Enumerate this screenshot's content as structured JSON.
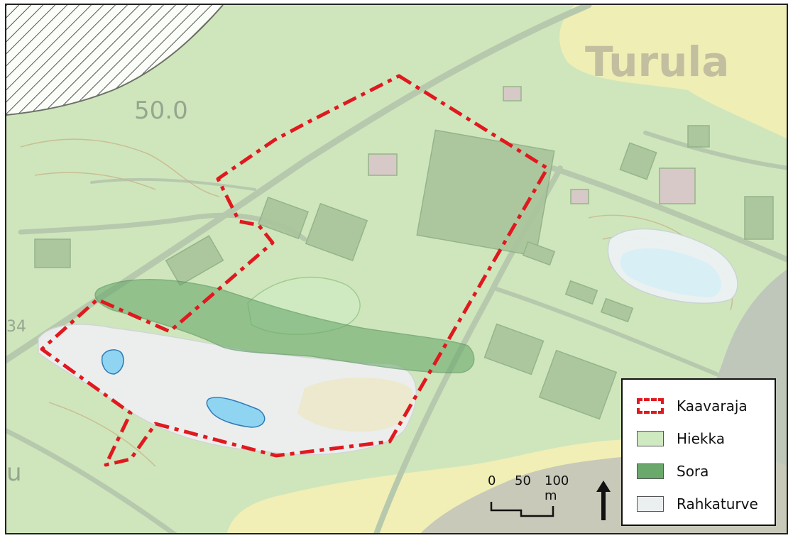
{
  "map": {
    "place_label": "Turula",
    "spot_height": "50.0",
    "partial_label_1": "u",
    "partial_label_2": "34",
    "colors": {
      "background": "#cfe6bd",
      "boundary": "#e0191e",
      "hiekka": "#cfeac1",
      "sora": "#6aa86b",
      "rahkaturve": "#eceff0",
      "yellow_area": "#f4efb4",
      "building": "#a9c39b",
      "water": "#8fd5f2",
      "hatch": "#444444"
    }
  },
  "legend": {
    "items": [
      {
        "key": "kaavaraja",
        "label": "Kaavaraja",
        "color": "#e0191e",
        "style": "dashed-outline"
      },
      {
        "key": "hiekka",
        "label": "Hiekka",
        "color": "#cfeac1",
        "style": "fill"
      },
      {
        "key": "sora",
        "label": "Sora",
        "color": "#6aa86b",
        "style": "fill"
      },
      {
        "key": "rahkaturve",
        "label": "Rahkaturve",
        "color": "#eceff0",
        "style": "fill"
      }
    ]
  },
  "scalebar": {
    "labels": [
      "0",
      "50",
      "100 m"
    ]
  },
  "north_arrow": {
    "icon": "north-arrow-icon"
  }
}
